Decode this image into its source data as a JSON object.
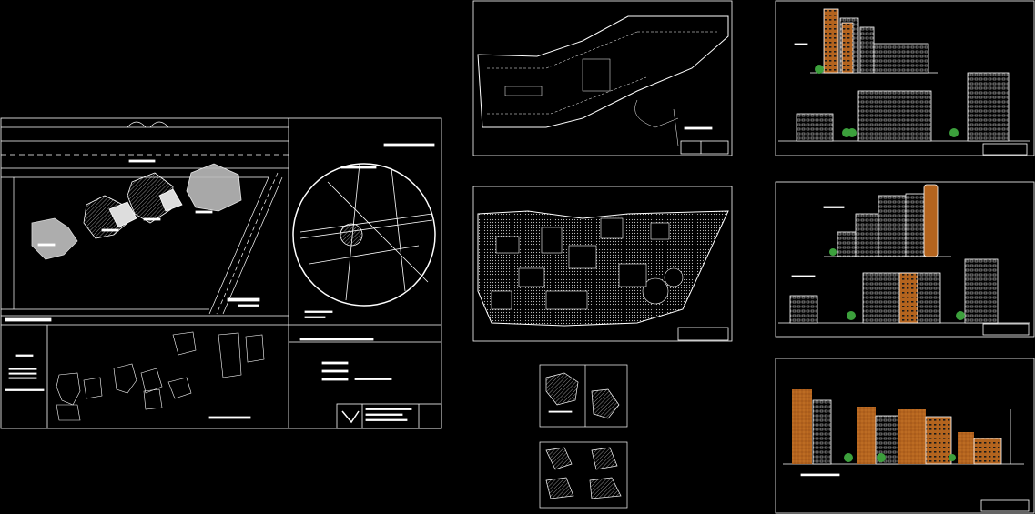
{
  "title": "",
  "colors": {
    "background": "#000000",
    "line": "#ffffff",
    "brick": "#b4641e",
    "brick_dark": "#7a3c10",
    "tree": "#3ca03c"
  },
  "sheets": [
    {
      "id": "site-plan",
      "kind": "site plan with location map and unit plans"
    },
    {
      "id": "parking-plan",
      "kind": "parking floor plan"
    },
    {
      "id": "elevations-1",
      "kind": "elevations"
    },
    {
      "id": "landscape-plan",
      "kind": "landscape site plan"
    },
    {
      "id": "elevations-2",
      "kind": "elevations"
    },
    {
      "id": "unit-plans-1",
      "kind": "unit floor plans"
    },
    {
      "id": "unit-plans-2",
      "kind": "unit floor plans"
    },
    {
      "id": "elevations-3",
      "kind": "front elevation"
    }
  ]
}
